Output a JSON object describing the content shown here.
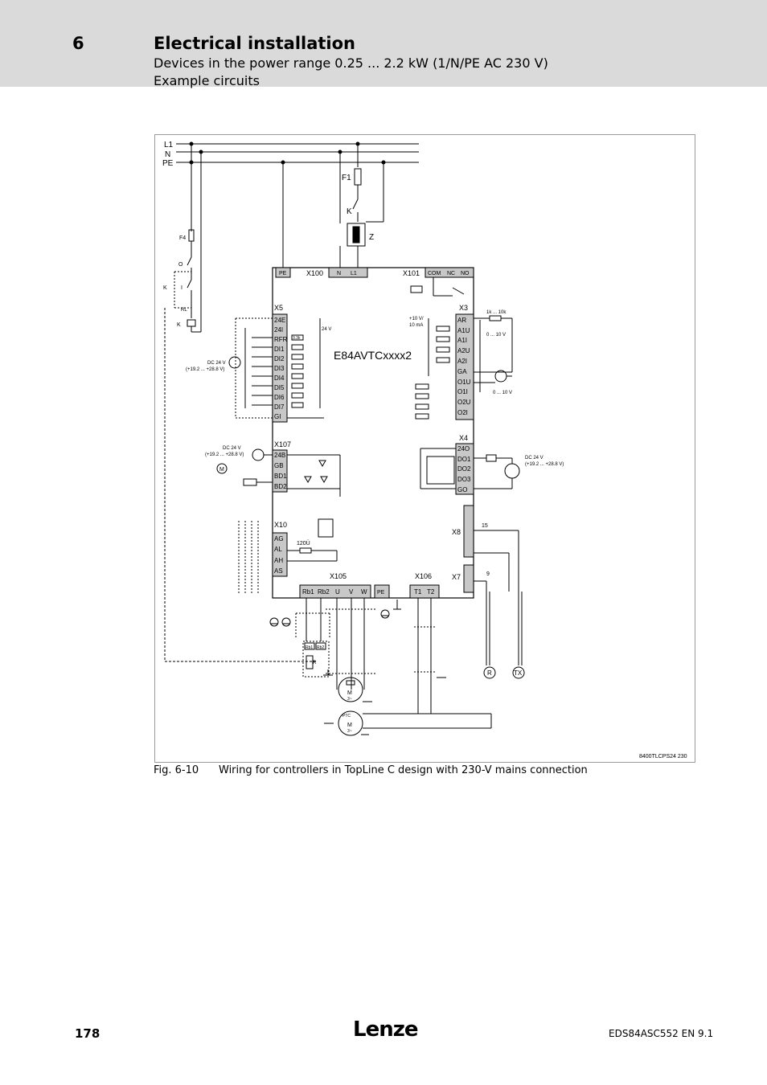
{
  "header": {
    "chapter_number": "6",
    "chapter_title": "Electrical installation",
    "subtitle_line1": "Devices in the power range 0.25 ... 2.2 kW (1/N/PE AC 230 V)",
    "subtitle_line2": "Example circuits"
  },
  "diagram": {
    "mains": [
      "L1",
      "N",
      "PE"
    ],
    "device_name": "E84AVTCxxxx2",
    "fuse_f1": "F1",
    "contactor_k": "K",
    "filter_z": "Z",
    "fuse_f4": "F4",
    "switch_o": "O",
    "switch_i": "I",
    "k_label": "K",
    "k_relay": "K",
    "reset_label": "RL",
    "x100": {
      "label": "X100",
      "pe": "PE",
      "n": "N",
      "l1": "L1"
    },
    "x101": {
      "label": "X101",
      "pins": [
        "COM",
        "NC",
        "NO"
      ]
    },
    "x5": {
      "label": "X5",
      "pins": [
        "24E",
        "24I",
        "RFR",
        "DI1",
        "DI2",
        "DI3",
        "DI4",
        "DI5",
        "DI6",
        "DI7",
        "GI"
      ]
    },
    "x5_supply": "24 V",
    "res_3k3": "3.3k",
    "dc24_left": "DC 24 V",
    "dc24_left_range": "(+19.2 ... +28.8 V)",
    "x3": {
      "label": "X3",
      "pins": [
        "AR",
        "A1U",
        "A1I",
        "A2U",
        "A2I",
        "GA",
        "O1U",
        "O1I",
        "O2U",
        "O2I"
      ]
    },
    "x3_ref": "+10 V/",
    "x3_ref2": "10 mA",
    "pot_range": "1k ... 10k",
    "range_in": "0 ... 10 V",
    "range_out": "0 ... 10 V",
    "x107": {
      "label": "X107",
      "pins": [
        "24B",
        "GB",
        "BD1",
        "BD2"
      ]
    },
    "dc24_brake": "DC 24 V",
    "dc24_brake_range": "(+19.2 ... +28.8 V)",
    "motor_m": "M",
    "x4": {
      "label": "X4",
      "pins": [
        "24O",
        "DO1",
        "DO2",
        "DO3",
        "GO"
      ]
    },
    "dc24_right": "DC 24 V",
    "dc24_right_range": "(+19.2 ... +28.8 V)",
    "x10": {
      "label": "X10",
      "pins": [
        "AG",
        "AL",
        "AH",
        "AS"
      ]
    },
    "termination": "120Ü",
    "x8": {
      "label": "X8",
      "pin_count": "15"
    },
    "x7": {
      "label": "X7",
      "pin_count": "9"
    },
    "x105": {
      "label": "X105",
      "pins": [
        "Rb1",
        "Rb2",
        "U",
        "V",
        "W"
      ]
    },
    "x105_pe": "PE",
    "x106": {
      "label": "X106",
      "pins": [
        "T1",
        "T2"
      ]
    },
    "brake_res": [
      "Rb1",
      "Rb2"
    ],
    "brake_r": "R",
    "motor1": {
      "label": "M",
      "sub": "3~",
      "tag": "3~"
    },
    "motor2": {
      "label": "M",
      "sub": "3~",
      "tag": "PTC"
    },
    "encoder_r": "R",
    "encoder_tx": "TX",
    "code": "8400TLCPS24 230"
  },
  "caption": {
    "number": "Fig. 6-10",
    "text": "Wiring for controllers in TopLine C design with 230-V mains connection"
  },
  "footer": {
    "page_number": "178",
    "logo": "Lenze",
    "doc_id": "EDS84ASC552  EN  9.1"
  }
}
